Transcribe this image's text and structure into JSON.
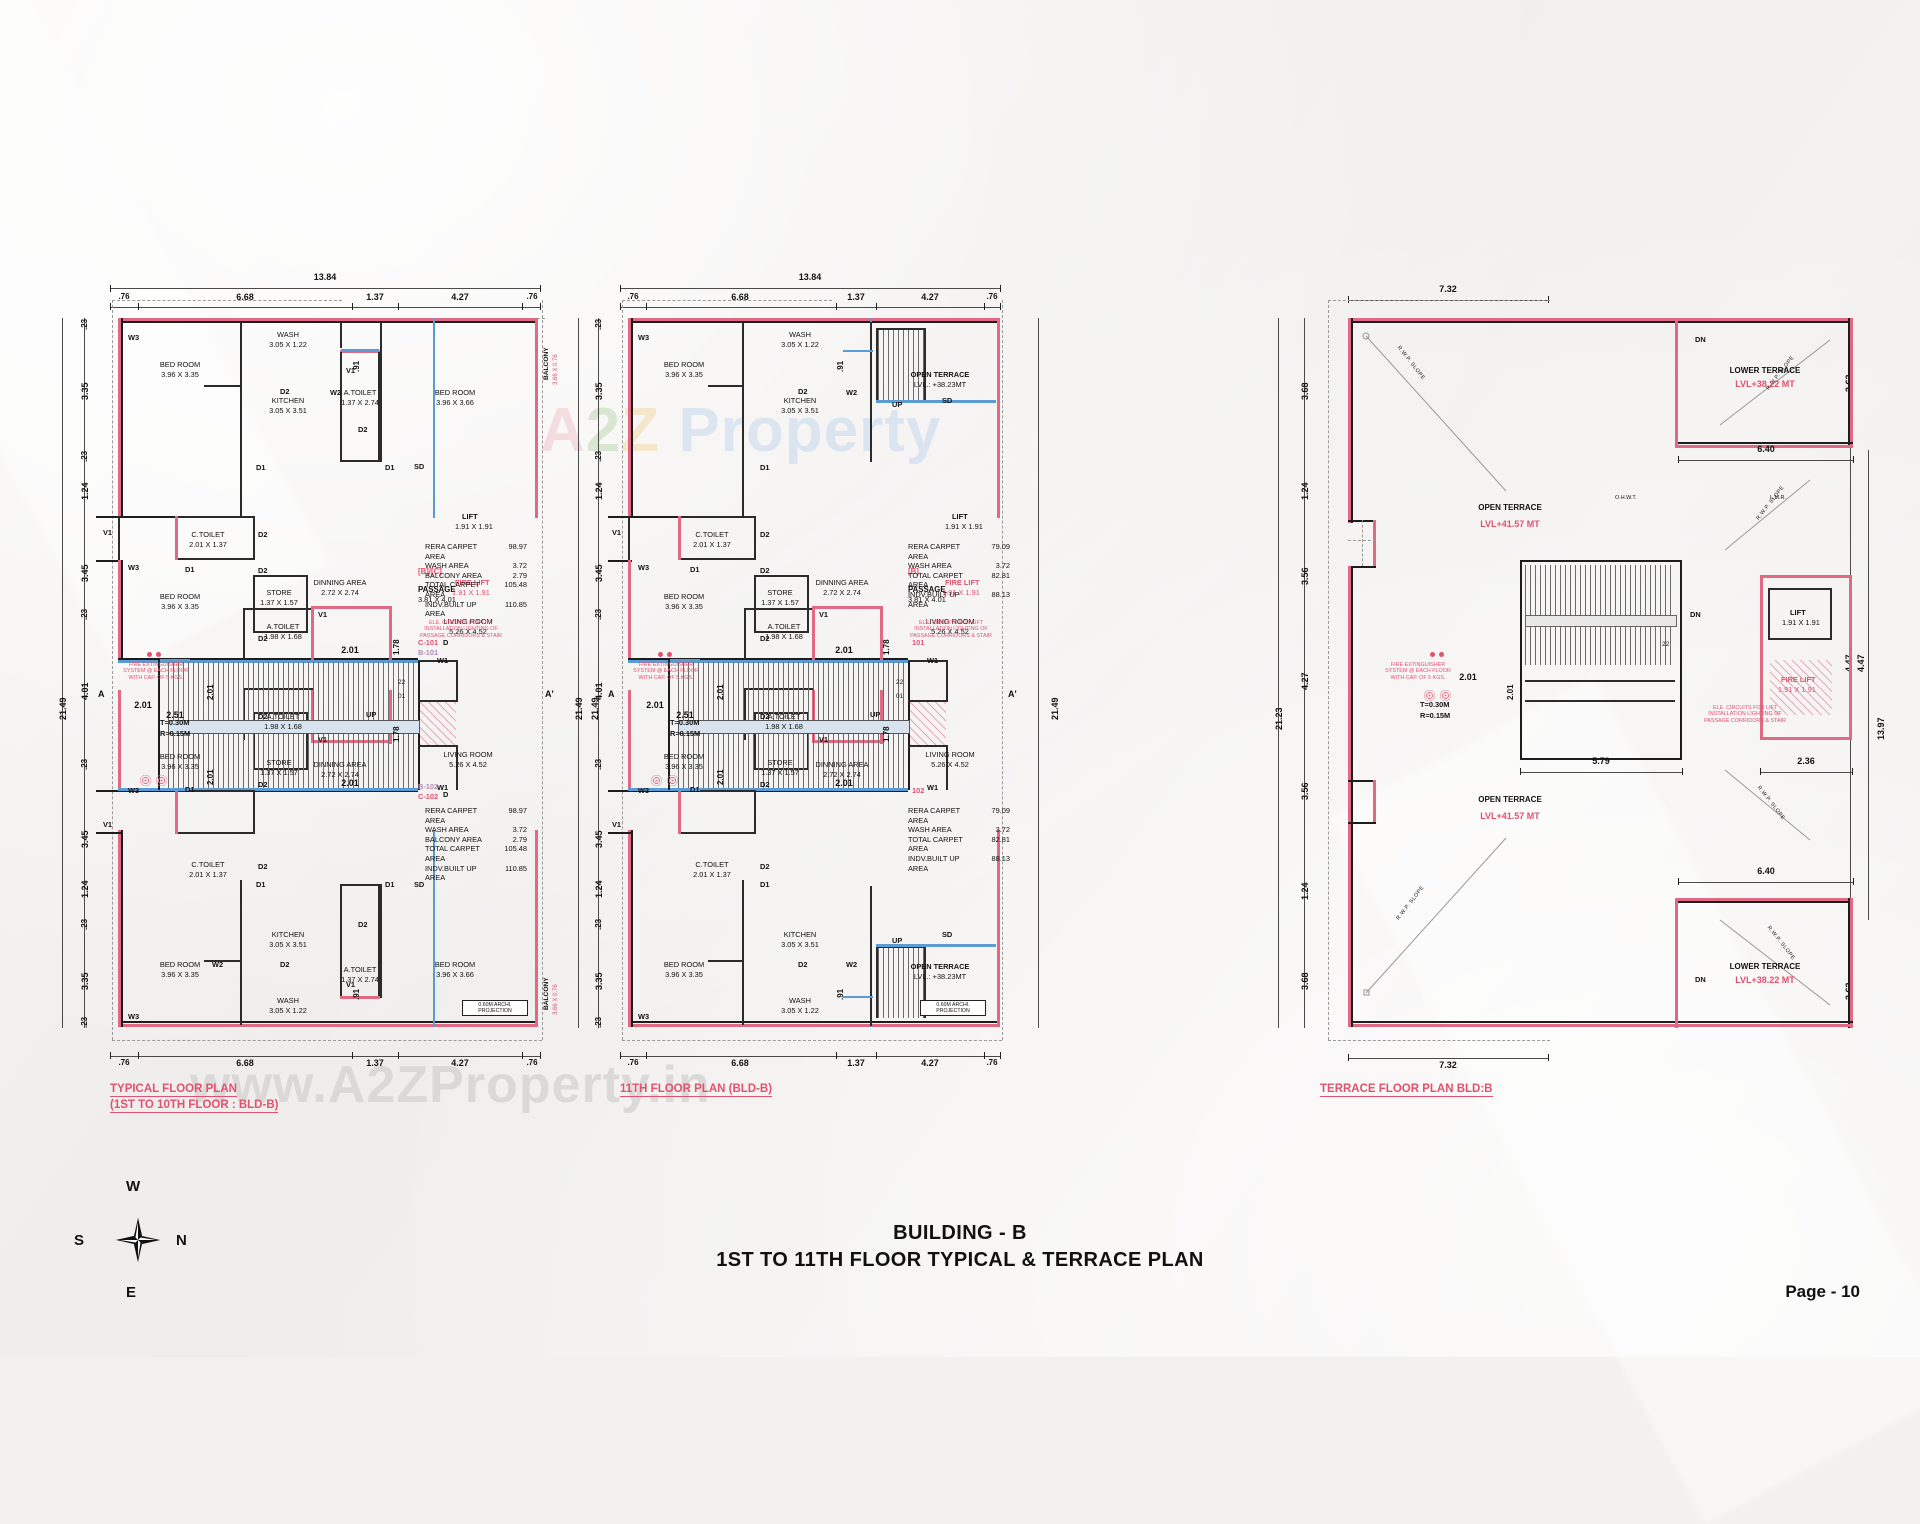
{
  "sheet": {
    "main_title_line1": "BUILDING - B",
    "main_title_line2": "1ST TO 11TH FLOOR TYPICAL & TERRACE PLAN",
    "page_label": "Page - 10",
    "watermark_center": "A2Z Property",
    "watermark_bottom": "www.A2ZProperty.in",
    "compass": {
      "n": "N",
      "s": "S",
      "e": "E",
      "w": "W"
    }
  },
  "plans": [
    {
      "id": "typical",
      "title_line1": "TYPICAL FLOOR PLAN",
      "title_line2": "(1ST TO 10TH FLOOR : BLD-B)",
      "overall_width": "13.84",
      "overall_height": "21.49",
      "top_dims": [
        ".76",
        "6.68",
        "1.37",
        "4.27",
        ".76"
      ],
      "bottom_dims": [
        ".76",
        "6.68",
        "1.37",
        "4.27",
        ".76"
      ],
      "left_dims": [
        ".23",
        "3.35",
        ".23",
        "1.24",
        "3.45",
        ".23",
        "4.01",
        ".23",
        "3.45",
        "1.24",
        ".23",
        "3.35",
        ".23"
      ],
      "projection_note": "0.60M ARCHI. PROJECTION",
      "rooms_top": [
        {
          "name": "BED ROOM",
          "size": "3.96 X 3.35"
        },
        {
          "name": "WASH",
          "size": "3.05 X 1.22"
        },
        {
          "name": "KITCHEN",
          "size": "3.05 X 3.51"
        },
        {
          "name": "A.TOILET",
          "size": "1.37 X 2.74"
        },
        {
          "name": "BED ROOM",
          "size": "3.96 X 3.66"
        },
        {
          "name": "C.TOILET",
          "size": "2.01 X 1.37"
        },
        {
          "name": "BED ROOM",
          "size": "3.96 X 3.35"
        },
        {
          "name": "STORE",
          "size": "1.37 X 1.57"
        },
        {
          "name": "DINNING AREA",
          "size": "2.72 X 2.74"
        },
        {
          "name": "A.TOILET",
          "size": "1.98 X 1.68"
        },
        {
          "name": "LIVING ROOM",
          "size": "5.26 X 4.52"
        }
      ],
      "rooms_bottom": [
        {
          "name": "BED ROOM",
          "size": "3.96 X 3.35"
        },
        {
          "name": "A.TOILET",
          "size": "1.98 X 1.68"
        },
        {
          "name": "STORE",
          "size": "1.37 X 1.57"
        },
        {
          "name": "DINNING AREA",
          "size": "2.72 X 2.74"
        },
        {
          "name": "LIVING ROOM",
          "size": "5.26 X 4.52"
        },
        {
          "name": "C.TOILET",
          "size": "2.01 X 1.37"
        },
        {
          "name": "BED ROOM",
          "size": "3.96 X 3.35"
        },
        {
          "name": "KITCHEN",
          "size": "3.05 X 3.51"
        },
        {
          "name": "WASH",
          "size": "3.05 X 1.22"
        },
        {
          "name": "A.TOILET",
          "size": "1.37 X 2.74"
        },
        {
          "name": "BED ROOM",
          "size": "3.96 X 3.66"
        }
      ],
      "balcony_label_top": "BALCONY",
      "balcony_size_top": "3.66 X 0.76",
      "balcony_label_bottom": "BALCONY",
      "balcony_size_bottom": "3.66 X 0.76",
      "core": {
        "passage_tag": "[B]/[C]",
        "passage_name": "PASSAGE",
        "passage_size": "3.81 X 4.01",
        "lift_name": "LIFT",
        "lift_size": "1.91 X 1.91",
        "fire_lift_name": "FIRE LIFT",
        "fire_lift_size": "1.91 X 1.91",
        "tread": "T=0.30M",
        "riser": "R=0.15M",
        "up": "UP",
        "riser_count_top": "22",
        "riser_count_bottom": "01",
        "section_mark": "A",
        "section_mark2": "A'",
        "stair_width": "2.51",
        "inner_dims": [
          "2.01",
          "2.01",
          "2.01",
          "2.01",
          "2.01",
          "2.01"
        ],
        "note_fire": "FIRE EXTINGUISHER SYSTEM @ EACH FLOOR WITH CAP. OF 5 KGS.",
        "note_ele": "ELE. CIRCUITS FOR LIFT INSTALLATION LIGHTING OF PASSAGE CORRIDORS & STAIR",
        "unit_tags_top": [
          "C-101",
          "B-101"
        ],
        "unit_tags_bottom": [
          "B-102",
          "C-102"
        ]
      },
      "area_table_top": {
        "rows": [
          {
            "k": "RERA CARPET AREA",
            "v": "98.97"
          },
          {
            "k": "WASH AREA",
            "v": "3.72"
          },
          {
            "k": "BALCONY AREA",
            "v": "2.79"
          },
          {
            "k": "TOTAL CARPET AREA",
            "v": "105.48"
          },
          {
            "k": "INDV.BUILT UP AREA",
            "v": "110.85"
          }
        ]
      },
      "area_table_bottom": {
        "rows": [
          {
            "k": "RERA CARPET AREA",
            "v": "98.97"
          },
          {
            "k": "WASH AREA",
            "v": "3.72"
          },
          {
            "k": "BALCONY AREA",
            "v": "2.79"
          },
          {
            "k": "TOTAL CARPET AREA",
            "v": "105.48"
          },
          {
            "k": "INDV.BUILT UP AREA",
            "v": "110.85"
          }
        ]
      },
      "openings": [
        "W3",
        "W2",
        "W1",
        "V1",
        "D1",
        "D2",
        "SD"
      ],
      "small_dims": [
        ".91",
        "1.78",
        "2.01",
        "2.51"
      ]
    },
    {
      "id": "eleventh",
      "title_line1": "11TH FLOOR PLAN (BLD-B)",
      "overall_width": "13.84",
      "overall_height": "21.49",
      "top_dims": [
        ".76",
        "6.68",
        "1.37",
        "4.27",
        ".76"
      ],
      "bottom_dims": [
        ".76",
        "6.68",
        "1.37",
        "4.27",
        ".76"
      ],
      "left_dims": [
        ".23",
        "3.35",
        ".23",
        "1.24",
        "3.45",
        ".23",
        "4.01",
        ".23",
        "3.45",
        "1.24",
        ".23",
        "3.35",
        ".23"
      ],
      "projection_note": "0.60M ARCHI. PROJECTION",
      "terrace_top": {
        "name": "OPEN TERRACE",
        "level": "LVL.: +38.23MT"
      },
      "terrace_bottom": {
        "name": "OPEN TERRACE",
        "level": "LVL.: +38.23MT"
      },
      "rooms_top": [
        {
          "name": "BED ROOM",
          "size": "3.96 X 3.35"
        },
        {
          "name": "WASH",
          "size": "3.05 X 1.22"
        },
        {
          "name": "KITCHEN",
          "size": "3.05 X 3.51"
        },
        {
          "name": "C.TOILET",
          "size": "2.01 X 1.37"
        },
        {
          "name": "BED ROOM",
          "size": "3.96 X 3.35"
        },
        {
          "name": "STORE",
          "size": "1.37 X 1.57"
        },
        {
          "name": "DINNING AREA",
          "size": "2.72 X 2.74"
        },
        {
          "name": "A.TOILET",
          "size": "1.98 X 1.68"
        },
        {
          "name": "LIVING ROOM",
          "size": "5.26 X 4.52"
        }
      ],
      "rooms_bottom": [
        {
          "name": "BED ROOM",
          "size": "3.96 X 3.35"
        },
        {
          "name": "A.TOILET",
          "size": "1.98 X 1.68"
        },
        {
          "name": "STORE",
          "size": "1.37 X 1.57"
        },
        {
          "name": "DINNING AREA",
          "size": "2.72 X 2.74"
        },
        {
          "name": "LIVING ROOM",
          "size": "5.26 X 4.52"
        },
        {
          "name": "C.TOILET",
          "size": "2.01 X 1.37"
        },
        {
          "name": "BED ROOM",
          "size": "3.96 X 3.35"
        },
        {
          "name": "KITCHEN",
          "size": "3.05 X 3.51"
        },
        {
          "name": "WASH",
          "size": "3.05 X 1.22"
        }
      ],
      "core": {
        "passage_tag": "[B]",
        "passage_name": "PASSAGE",
        "passage_size": "3.81 X 4.01",
        "lift_name": "LIFT",
        "lift_size": "1.91 X 1.91",
        "fire_lift_name": "FIRE LIFT",
        "fire_lift_size": "1.91 X 1.91",
        "tread": "T=0.30M",
        "riser": "R=0.15M",
        "up": "UP",
        "riser_count_top": "22",
        "riser_count_bottom": "01",
        "section_mark": "A",
        "section_mark2": "A'",
        "stair_width": "2.51",
        "note_fire": "FIRE EXTINGUISHER SYSTEM @ EACH FLOOR WITH CAP. OF 5 KGS.",
        "note_ele": "ELE. CIRCUITS FOR LIFT INSTALLATION LIGHTING OF PASSAGE CORRIDORS & STAIR",
        "unit_tag_top": "101",
        "unit_tag_bottom": "102"
      },
      "area_table_top": {
        "rows": [
          {
            "k": "RERA CARPET AREA",
            "v": "79.09"
          },
          {
            "k": "WASH AREA",
            "v": "3.72"
          },
          {
            "k": "TOTAL CARPET AREA",
            "v": "82.81"
          },
          {
            "k": "INDV.BUILT UP AREA",
            "v": "88.13"
          }
        ]
      },
      "area_table_bottom": {
        "rows": [
          {
            "k": "RERA CARPET AREA",
            "v": "79.09"
          },
          {
            "k": "WASH AREA",
            "v": "3.72"
          },
          {
            "k": "TOTAL CARPET AREA",
            "v": "82.81"
          },
          {
            "k": "INDV.BUILT UP AREA",
            "v": "88.13"
          }
        ]
      },
      "openings": [
        "W3",
        "W2",
        "W1",
        "V1",
        "D1",
        "D2",
        "SD",
        "UP"
      ]
    },
    {
      "id": "terrace",
      "title_line1": "TERRACE FLOOR PLAN BLD:B",
      "top_dim": "7.32",
      "bottom_dim": "7.32",
      "overall_height_left": "21.23",
      "overall_height_right": "13.97",
      "left_dims": [
        "3.68",
        "1.24",
        "3.56",
        "4.27",
        "3.56",
        "1.24",
        "3.68"
      ],
      "right_dims": [
        "3.63",
        "4.47",
        "4.47",
        "3.63"
      ],
      "inner_dims": [
        "6.40",
        "5.79",
        "2.36",
        "2.01",
        "2.01",
        "6.40",
        "22"
      ],
      "labels": [
        {
          "name": "LOWER TERRACE",
          "level": "LVL+38.22 MT"
        },
        {
          "name": "OPEN TERRACE",
          "level": "LVL+41.57 MT"
        },
        {
          "name": "OPEN TERRACE",
          "level": "LVL+41.57 MT"
        },
        {
          "name": "LOWER TERRACE",
          "level": "LVL+38.22 MT"
        }
      ],
      "slope_note": "R.W.P. SLOPE",
      "lift_name": "LIFT",
      "lift_size": "1.91 X 1.91",
      "fire_lift_name": "FIRE LIFT",
      "fire_lift_size": "1.91 X 1.91",
      "dn": "DN",
      "tread": "T=0.30M",
      "riser": "R=0.15M",
      "ohwt": "O.H.W.T.",
      "lmr": "L.M.R.",
      "note_fire": "FIRE EXTINGUISHER SYSTEM @ EACH FLOOR WITH CAP. OF 5 KGS.",
      "note_ele": "ELE. CIRCUITS FOR LIFT INSTALLATION LIGHTING OF PASSAGE CORRIDORS & STAIR"
    }
  ]
}
